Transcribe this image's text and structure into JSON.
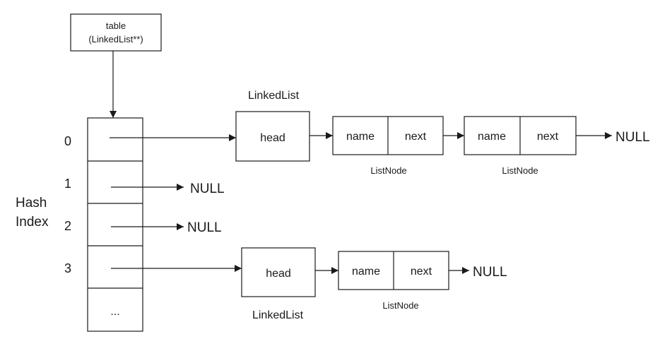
{
  "table_box": {
    "line1": "table",
    "line2": "(LinkedList**)"
  },
  "axis_label": {
    "line1": "Hash",
    "line2": "Index"
  },
  "index_labels": [
    "0",
    "1",
    "2",
    "3"
  ],
  "ellipsis_cell": "...",
  "linked_list_label": "LinkedList",
  "head_label": "head",
  "node_name_label": "name",
  "node_next_label": "next",
  "list_node_label": "ListNode",
  "null_label": "NULL"
}
